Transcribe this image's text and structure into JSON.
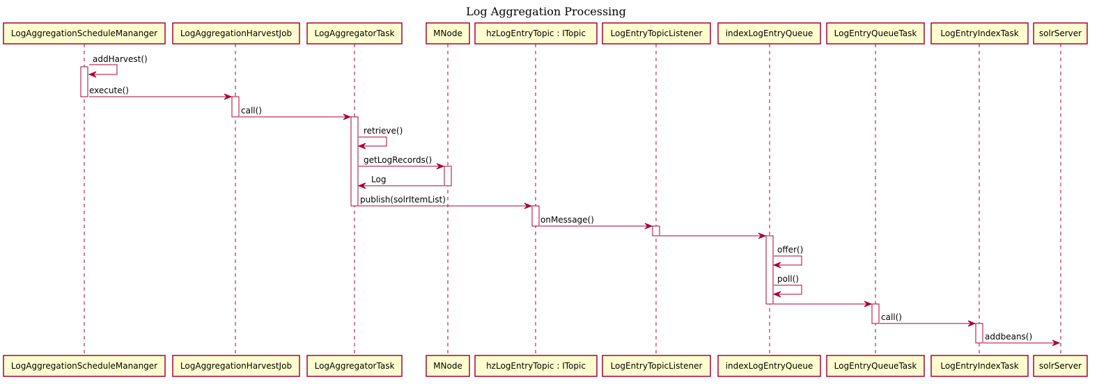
{
  "diagram": {
    "title": "Log Aggregation Processing",
    "participants": [
      {
        "id": "p0",
        "label": "LogAggregationScheduleMananger"
      },
      {
        "id": "p1",
        "label": "LogAggregationHarvestJob"
      },
      {
        "id": "p2",
        "label": "LogAggregatorTask"
      },
      {
        "id": "p3",
        "label": "MNode"
      },
      {
        "id": "p4",
        "label": "hzLogEntryTopic : ITopic"
      },
      {
        "id": "p5",
        "label": "LogEntryTopicListener"
      },
      {
        "id": "p6",
        "label": "indexLogEntryQueue"
      },
      {
        "id": "p7",
        "label": "LogEntryQueueTask"
      },
      {
        "id": "p8",
        "label": "LogEntryIndexTask"
      },
      {
        "id": "p9",
        "label": "solrServer"
      }
    ],
    "messages": [
      {
        "from": "p0",
        "to": "p0",
        "label": "addHarvest()"
      },
      {
        "from": "p0",
        "to": "p1",
        "label": "execute()"
      },
      {
        "from": "p1",
        "to": "p2",
        "label": "call()"
      },
      {
        "from": "p2",
        "to": "p2",
        "label": "retrieve()"
      },
      {
        "from": "p2",
        "to": "p3",
        "label": "getLogRecords()"
      },
      {
        "from": "p3",
        "to": "p2",
        "label": "Log"
      },
      {
        "from": "p2",
        "to": "p4",
        "label": "publish(solrItemList)"
      },
      {
        "from": "p4",
        "to": "p5",
        "label": "onMessage()"
      },
      {
        "from": "p5",
        "to": "p6",
        "label": ""
      },
      {
        "from": "p6",
        "to": "p6",
        "label": "offer()"
      },
      {
        "from": "p6",
        "to": "p6",
        "label": "poll()"
      },
      {
        "from": "p6",
        "to": "p7",
        "label": ""
      },
      {
        "from": "p7",
        "to": "p8",
        "label": "call()"
      },
      {
        "from": "p8",
        "to": "p9",
        "label": "addbeans()"
      }
    ]
  }
}
